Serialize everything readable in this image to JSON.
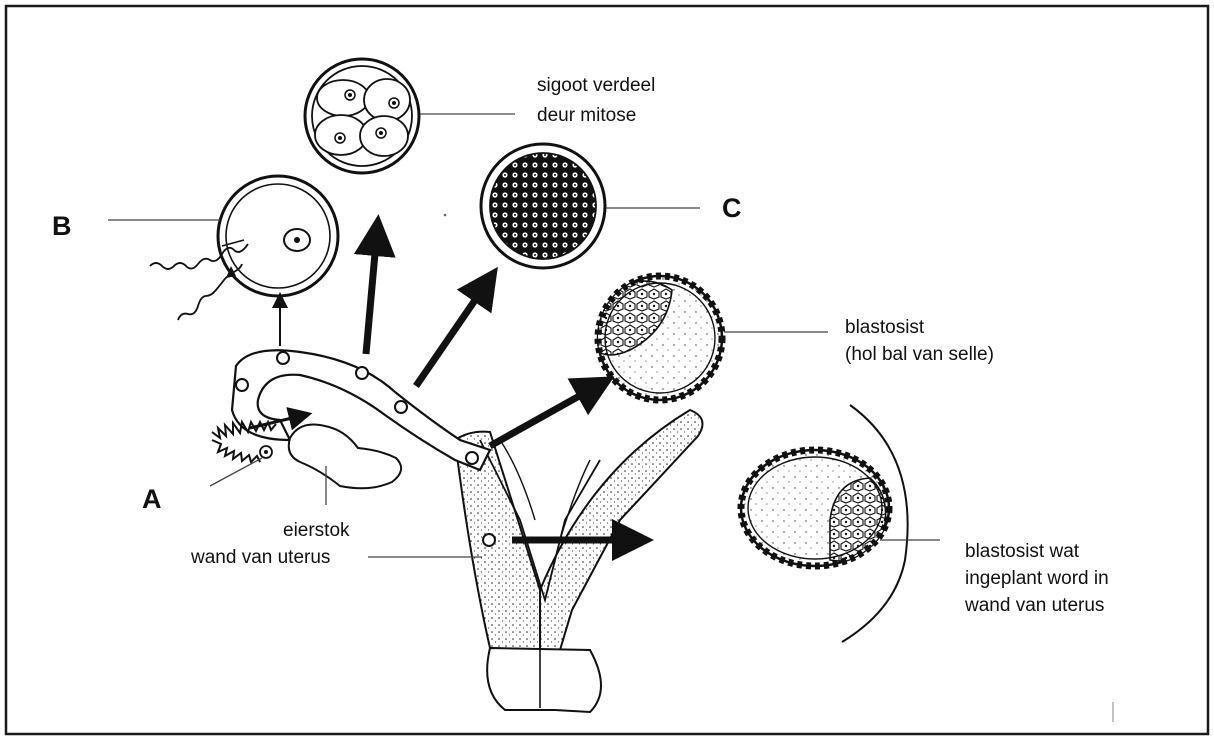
{
  "diagram": {
    "labels": {
      "A": "A",
      "B": "B",
      "C": "C",
      "mitosis_1": "sigoot verdeel",
      "mitosis_2": "deur mitose",
      "blastocyst_1": "blastosist",
      "blastocyst_2": "(hol bal van selle)",
      "ovary": "eierstok",
      "uterus_wall": "wand van uterus",
      "implanted_1": "blastosist wat",
      "implanted_2": "ingeplant word in",
      "implanted_3": "wand van uterus"
    },
    "colors": {
      "ink": "#111111",
      "border": "#1a1a1a",
      "background": "#ffffff"
    }
  }
}
